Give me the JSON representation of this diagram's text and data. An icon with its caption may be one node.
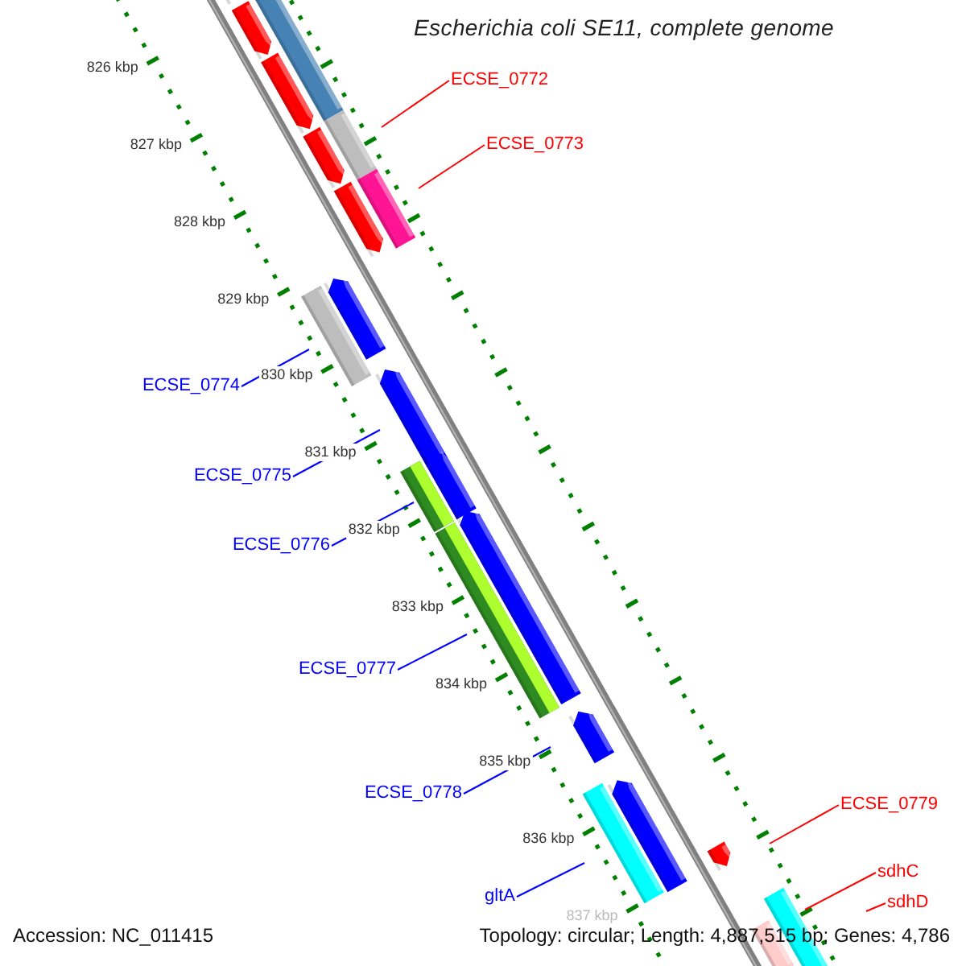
{
  "diagram": {
    "title": "Escherichia coli SE11, complete genome",
    "nodes": [
      {
        "text": [
          "ECSE_0772"
        ]
      },
      {
        "text": [
          "ECSE_0773"
        ]
      },
      {
        "text": [
          "ECSE_0774"
        ]
      },
      {
        "text": [
          "ECSE_0775"
        ]
      },
      {
        "text": [
          "ECSE_0776"
        ]
      },
      {
        "text": [
          "ECSE_0777"
        ]
      },
      {
        "text": [
          "ECSE_0778"
        ]
      },
      {
        "text": [
          "ECSE_0779"
        ]
      },
      {
        "text": [
          "sdhC"
        ]
      },
      {
        "text": [
          "gltA"
        ]
      },
      {
        "text": [
          "sdhD"
        ]
      }
    ],
    "edges": [
      {
        "from": 0,
        "to": null,
        "arrow": "none",
        "color": "#ff0000"
      },
      {
        "from": 1,
        "to": null,
        "arrow": "none",
        "color": "#ff0000"
      },
      {
        "from": 2,
        "to": null,
        "arrow": "none"
      },
      {
        "from": 3,
        "to": null,
        "arrow": "none"
      },
      {
        "from": 4,
        "to": null,
        "arrow": "none"
      },
      {
        "from": 5,
        "to": null,
        "arrow": "none"
      },
      {
        "from": 6,
        "to": null,
        "arrow": "none"
      },
      {
        "from": 7,
        "to": null,
        "arrow": "none",
        "color": "#ff0000"
      },
      {
        "from": 8,
        "to": null,
        "arrow": "none",
        "color": "#ff0000"
      },
      {
        "from": 9,
        "to": null,
        "arrow": "none"
      },
      {
        "from": 10,
        "to": null,
        "arrow": "none",
        "color": "#ff0000"
      }
    ],
    "labels": [
      "826 kbp",
      "827 kbp",
      "828 kbp",
      "829 kbp",
      "830 kbp",
      "831 kbp",
      "832 kbp",
      "833 kbp",
      "834 kbp",
      "835 kbp",
      "836 kbp",
      "837 kbp",
      "Accession: NC_011415",
      "Topology: circular; Length: 4,887,515 bp; Genes: 4,786"
    ]
  }
}
